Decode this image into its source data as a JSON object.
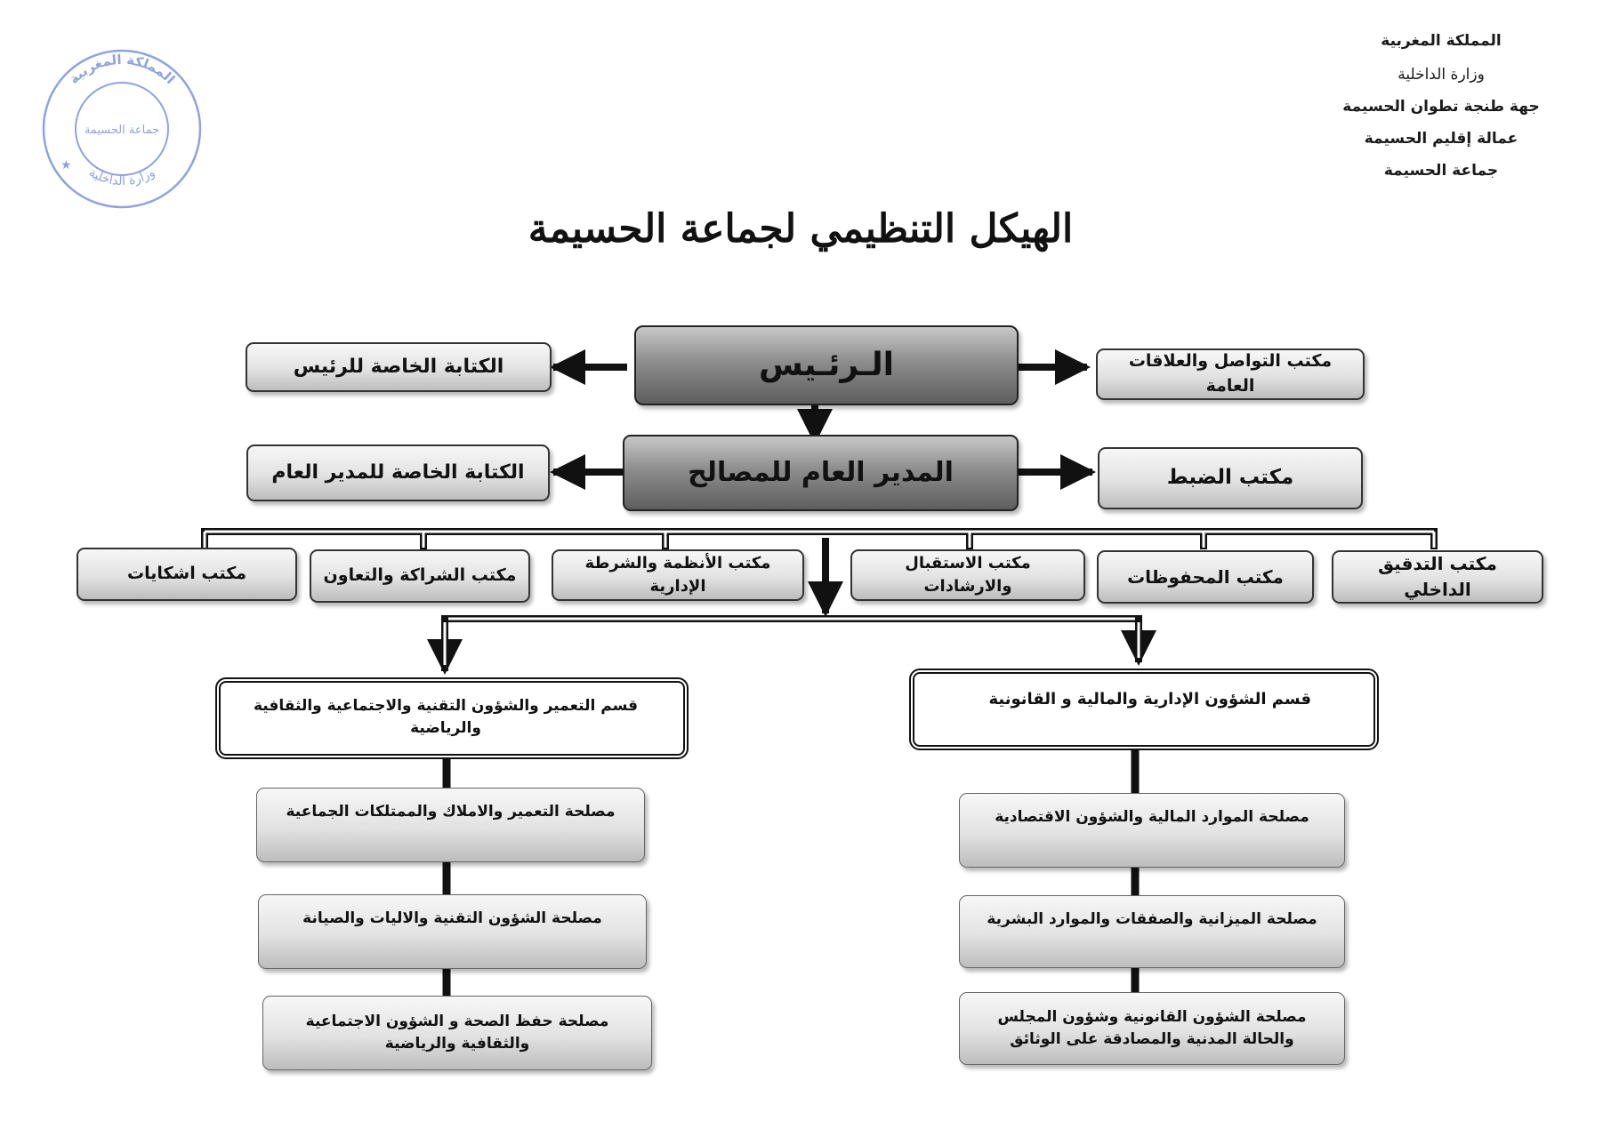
{
  "header": {
    "line1": "المملكة المغربية",
    "line2": "وزارة الداخلية",
    "line3": "جهة طنجة تطوان الحسيمة",
    "line4": "عمالة إقليم الحسيمة",
    "line5": "جماعة الحسيمة"
  },
  "title": "الهيكل التنظيمي لجماعة الحسيمة",
  "stamp": {
    "text_outer": "المملكة المغربية",
    "text_inner": "جماعة الحسيمة",
    "text_bottom": "وزارة الداخلية"
  },
  "nodes": {
    "president": "الـرئـيس",
    "president_secretariat": "الكتابة الخاصة للرئيس",
    "communication_office": "مكتب التواصل والعلاقات العامة",
    "director_general": "المدير العام للمصالح",
    "director_secretariat": "الكتابة الخاصة للمدير العام",
    "registry_office": "مكتب الضبط",
    "offices": [
      "مكتب التدقيق الداخلي",
      "مكتب المحفوظات",
      "مكتب الاستقبال والارشادات",
      "مكتب الأنظمة والشرطة الإدارية",
      "مكتب الشراكة والتعاون",
      "مكتب اشكايات"
    ],
    "dept_admin": "قسم الشؤون الإدارية والمالية و القانونية",
    "dept_admin_services": [
      "مصلحة الموارد المالية والشؤون الاقتصادية",
      "مصلحة الميزانية والصفقات والموارد البشرية",
      "مصلحة الشؤون القانونية وشؤون المجلس والحالة المدنية والمصادقة على الوثائق"
    ],
    "dept_urban": "قسم التعمير والشؤون التقنية والاجتماعية والثقافية والرياضية",
    "dept_urban_services": [
      "مصلحة التعمير والاملاك والممتلكات الجماعية",
      "مصلحة الشؤون التقنية والاليات والصيانة",
      "مصلحة حفظ الصحة و الشؤون الاجتماعية والثقافية والرياضية"
    ]
  }
}
